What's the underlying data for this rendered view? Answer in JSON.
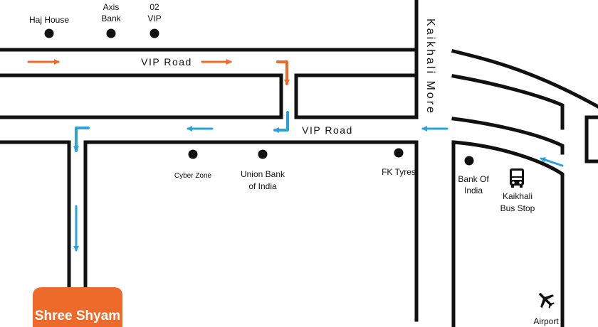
{
  "roads": {
    "vip_road_top": "VIP Road",
    "vip_road_lower": "VIP Road",
    "kaikhali_more": "Kaikhali More"
  },
  "landmarks": {
    "haj_house": "Haj House",
    "axis_bank": {
      "line1": "Axis",
      "line2": "Bank"
    },
    "o2_vip": {
      "line1": "02",
      "line2": "VIP"
    },
    "cyber_zone": "Cyber Zone",
    "union_bank": {
      "line1": "Union Bank",
      "line2": "of India"
    },
    "fk_tyres": "FK Tyres",
    "bank_of_india": {
      "line1": "Bank Of",
      "line2": "India"
    },
    "kaikhali_bus_stop": {
      "line1": "Kaikhali",
      "line2": "Bus Stop",
      "icon": "bus-icon"
    },
    "airport": {
      "label": "Airport",
      "icon": "airplane-icon"
    }
  },
  "destination": {
    "label": "Shree Shyam",
    "color": "#ee6a2a"
  },
  "colors": {
    "road": "#111111",
    "route_orange": "#ee6a2a",
    "route_blue": "#2aa3dc"
  }
}
